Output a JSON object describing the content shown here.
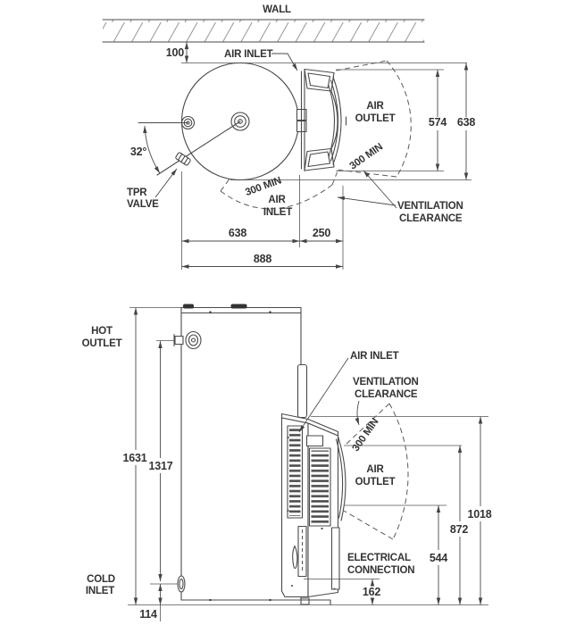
{
  "colors": {
    "line": "#4a4a4a",
    "text": "#333333",
    "background": "#ffffff"
  },
  "top_view": {
    "wall_label": "WALL",
    "dim_offset_wall": "100",
    "air_inlet_label": "AIR INLET",
    "air_outlet_line1": "AIR",
    "air_outlet_line2": "OUTLET",
    "clearance_right": "300 MIN",
    "clearance_bottom": "300 MIN",
    "air_inlet_bottom_line1": "AIR",
    "air_inlet_bottom_line2": "INLET",
    "ventilation_line1": "VENTILATION",
    "ventilation_line2": "CLEARANCE",
    "tpr_line1": "TPR",
    "tpr_line2": "VALVE",
    "angle_label": "32°",
    "dim_height_fan": "574",
    "dim_height_tank": "638",
    "dim_width_tank": "638",
    "dim_width_fan": "250",
    "dim_width_total": "888"
  },
  "side_view": {
    "hot_line1": "HOT",
    "hot_line2": "OUTLET",
    "cold_line1": "COLD",
    "cold_line2": "INLET",
    "dim_total_height": "1631",
    "dim_hot_height": "1317",
    "dim_cold_height": "114",
    "air_inlet_label": "AIR INLET",
    "ventilation_line1": "VENTILATION",
    "ventilation_line2": "CLEARANCE",
    "clearance": "300 MIN",
    "air_outlet_line1": "AIR",
    "air_outlet_line2": "OUTLET",
    "electrical_line1": "ELECTRICAL",
    "electrical_line2": "CONNECTION",
    "dim_electrical": "162",
    "dim_fan_bottom": "544",
    "dim_fan_top": "872",
    "dim_unit_top": "1018"
  }
}
